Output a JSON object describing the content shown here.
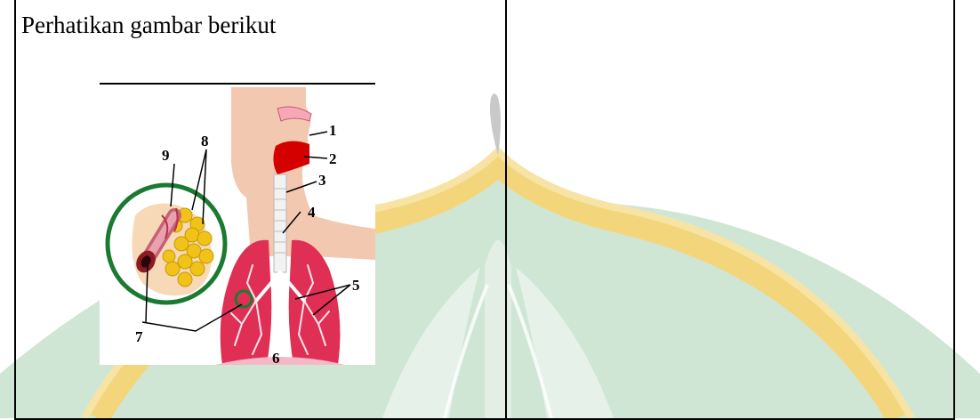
{
  "question": {
    "instruction": "Perhatikan gambar berikut"
  },
  "figure": {
    "icon": "respiratory-system-diagram",
    "labels": [
      "1",
      "2",
      "3",
      "4",
      "5",
      "6",
      "7",
      "8",
      "9"
    ],
    "colors": {
      "skin": "#f3c8b0",
      "lung": "#e02f55",
      "mouth": "#d40000",
      "alveoli": "#f0c21a",
      "ring": "#1b7a31"
    }
  },
  "watermark": {
    "icon": "university-logo-watermark",
    "colors": {
      "green": "#bcd9c3",
      "gold": "#f3d67c"
    }
  }
}
